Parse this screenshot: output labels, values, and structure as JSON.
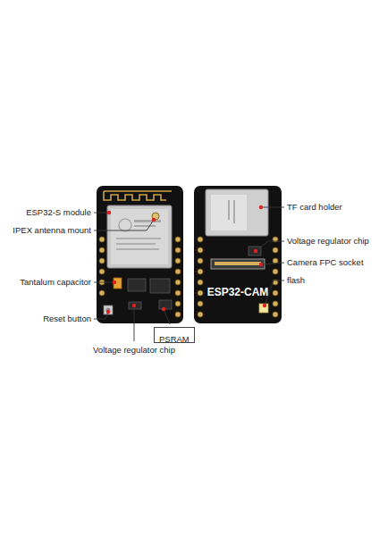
{
  "diagram": {
    "nodes": [
      {
        "text": [
          "PSRAM"
        ]
      }
    ],
    "labels": [
      "ESP32-S module",
      "IPEX antenna mount",
      "Tantalum capacitor",
      "Reset button",
      "Voltage regulator chip",
      "TF card holder",
      "Voltage regulator chip",
      "Camera FPC socket",
      "flash",
      "ESP32-CAM"
    ]
  }
}
